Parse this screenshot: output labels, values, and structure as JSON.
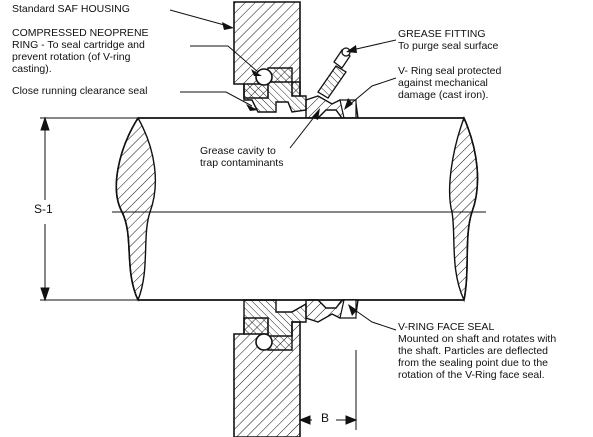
{
  "labels": {
    "housing": "Standard SAF HOUSING",
    "neoprene_title": "COMPRESSED NEOPRENE",
    "neoprene_l1": "RING - To seal cartridge and",
    "neoprene_l2": "prevent rotation (of V-ring",
    "neoprene_l3": "casting).",
    "clearance": "Close running clearance seal",
    "grease_title": "GREASE FITTING",
    "grease_l1": "To purge seal surface",
    "vring_l1": "V- Ring seal protected",
    "vring_l2": "against mechanical",
    "vring_l3": "damage (cast iron).",
    "cavity_l1": "Grease cavity to",
    "cavity_l2": "trap contaminants",
    "s1": "S-1",
    "face_title": "V-RING FACE SEAL",
    "face_l1": "Mounted on shaft and rotates with",
    "face_l2": "the shaft. Particles are deflected",
    "face_l3": "from the sealing point due to the",
    "face_l4": "rotation of the V-Ring face seal.",
    "b": "B"
  }
}
